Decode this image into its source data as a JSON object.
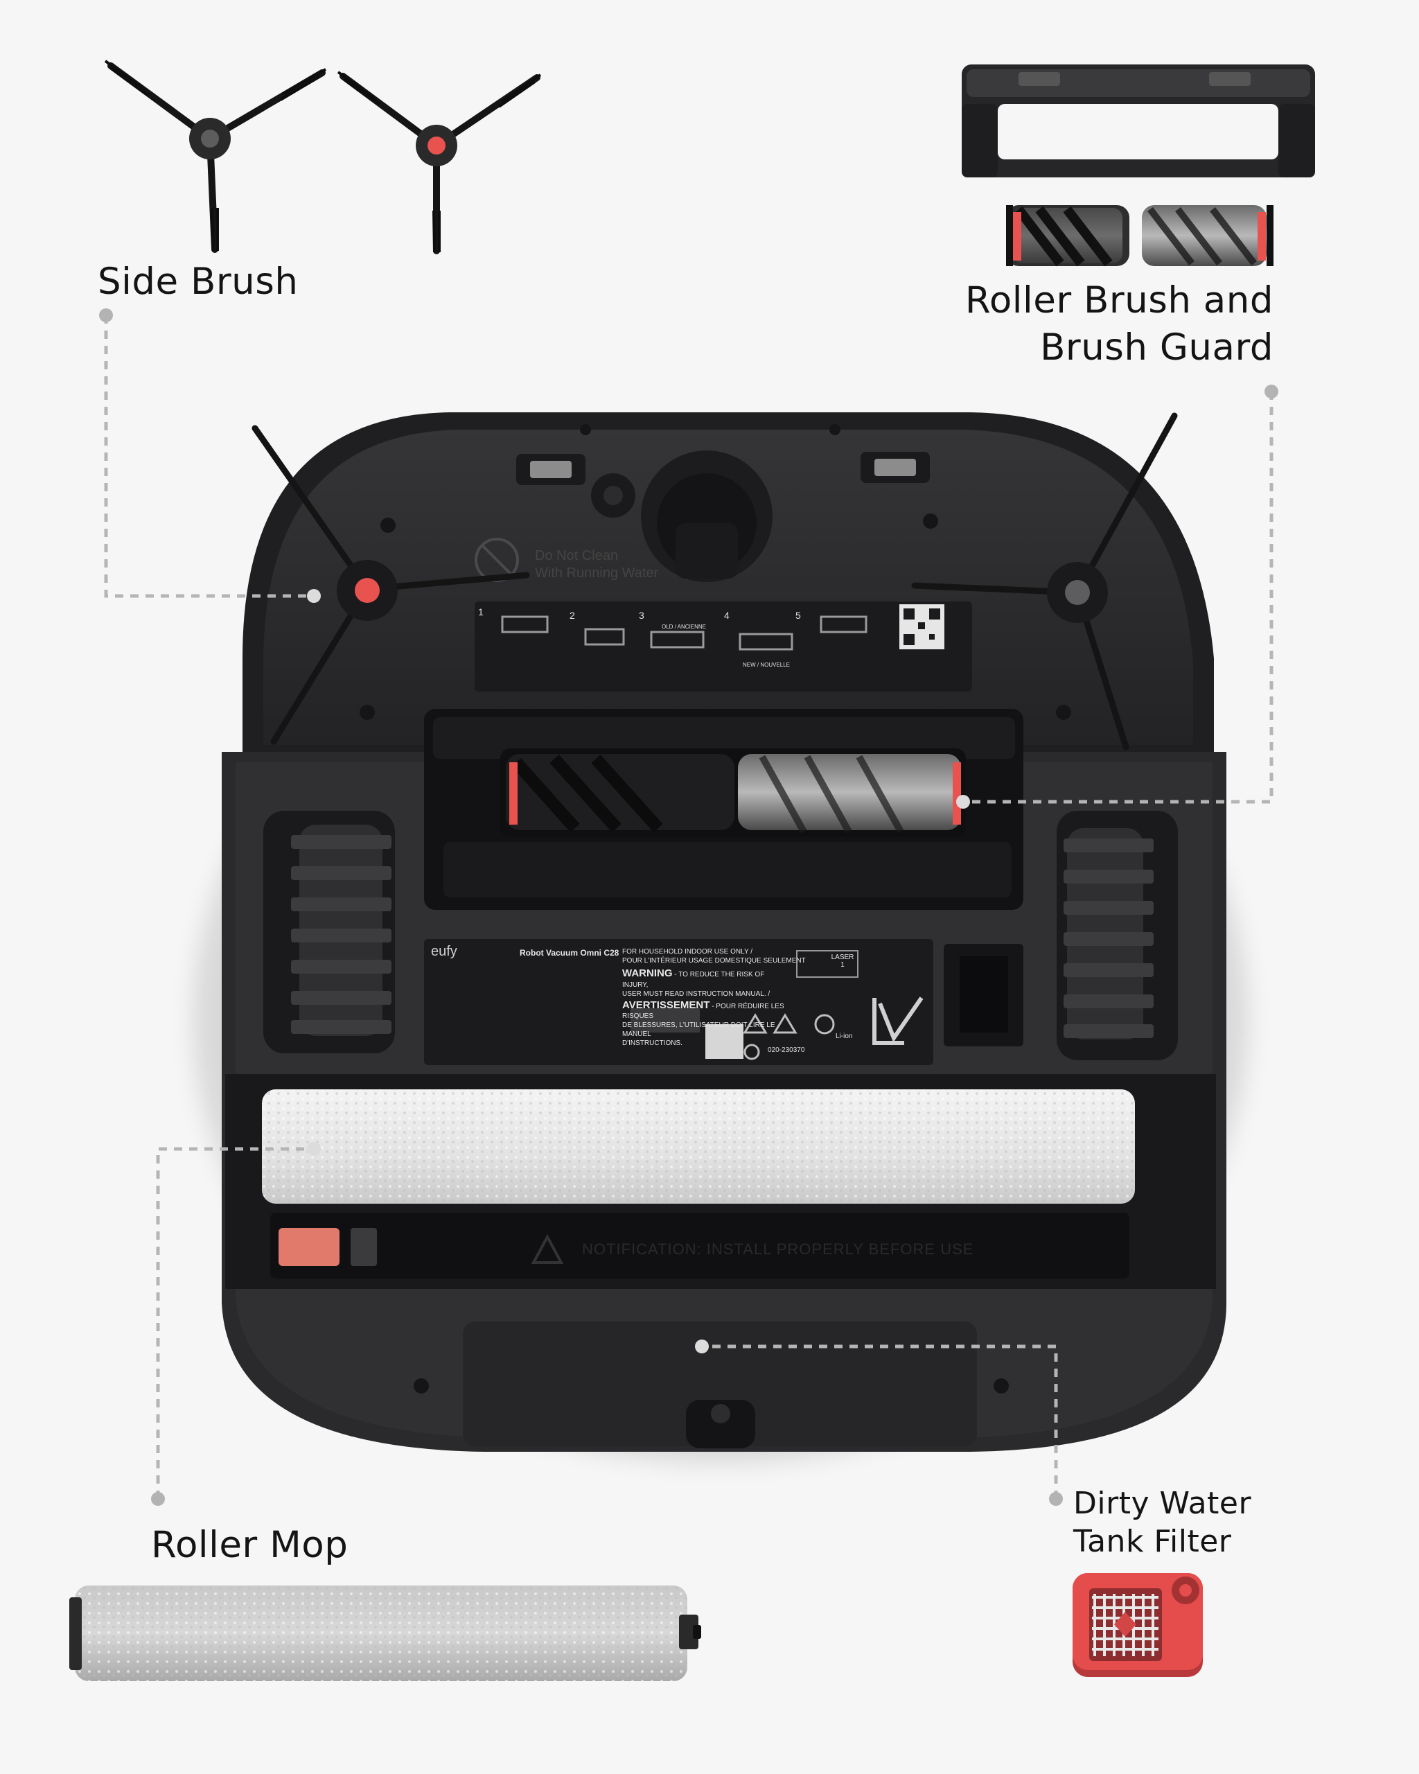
{
  "callouts": {
    "side_brush": "Side Brush",
    "roller_brush_line1": "Roller Brush and",
    "roller_brush_line2": "Brush Guard",
    "roller_mop": "Roller Mop",
    "dirty_water_line1": "Dirty Water",
    "dirty_water_line2": "Tank Filter"
  },
  "robot_markings": {
    "water_warning_line1": "Do Not Clean",
    "water_warning_line2": "With Running Water",
    "steps": [
      "1",
      "2",
      "3",
      "4",
      "5"
    ],
    "step3_caption": "OLD / ANCIENNE",
    "step4_caption": "NEW / NOUVELLE",
    "brand": "eufy",
    "model": "Robot Vacuum Omni C28",
    "household_line1": "FOR HOUSEHOLD INDOOR USE ONLY /",
    "household_line2": "POUR L'INTÉRIEUR USAGE DOMESTIQUE SEULEMENT",
    "warning_title": "WARNING",
    "warning_text": "- TO REDUCE THE RISK OF INJURY,",
    "warning_text2": "USER MUST READ INSTRUCTION MANUAL. /",
    "avertissement_title": "AVERTISSEMENT",
    "avertissement_text": "- POUR RÉDUIRE LES RISQUES",
    "avertissement_text2": "DE BLESSURES, L'UTILISATEUR DOIT LIRE LE MANUEL",
    "avertissement_text3": "D'INSTRUCTIONS.",
    "laser": "LASER",
    "laser_class": "1",
    "phone": "020-230370",
    "battery": "Li-ion",
    "mop_notice": "NOTIFICATION: INSTALL PROPERLY BEFORE USE"
  },
  "colors": {
    "background": "#f6f6f6",
    "robot_body": "#2b2b2d",
    "accent_red": "#e8524f",
    "mop_white": "#e9e9e9"
  }
}
